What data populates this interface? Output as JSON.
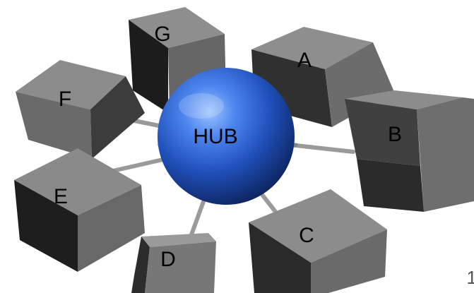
{
  "diagram": {
    "hub": {
      "label": "HUB",
      "color": "#2a5fcf"
    },
    "nodes": [
      {
        "id": "G",
        "label": "G"
      },
      {
        "id": "A",
        "label": "A"
      },
      {
        "id": "F",
        "label": "F"
      },
      {
        "id": "B",
        "label": "B"
      },
      {
        "id": "E",
        "label": "E"
      },
      {
        "id": "C",
        "label": "C"
      },
      {
        "id": "D",
        "label": "D"
      }
    ],
    "box_colors": {
      "top": "#8c8c8c",
      "left": "#5e5e5e",
      "right": "#3a3a3a",
      "front": "#777777"
    }
  },
  "footer": {
    "page_number": "1"
  }
}
